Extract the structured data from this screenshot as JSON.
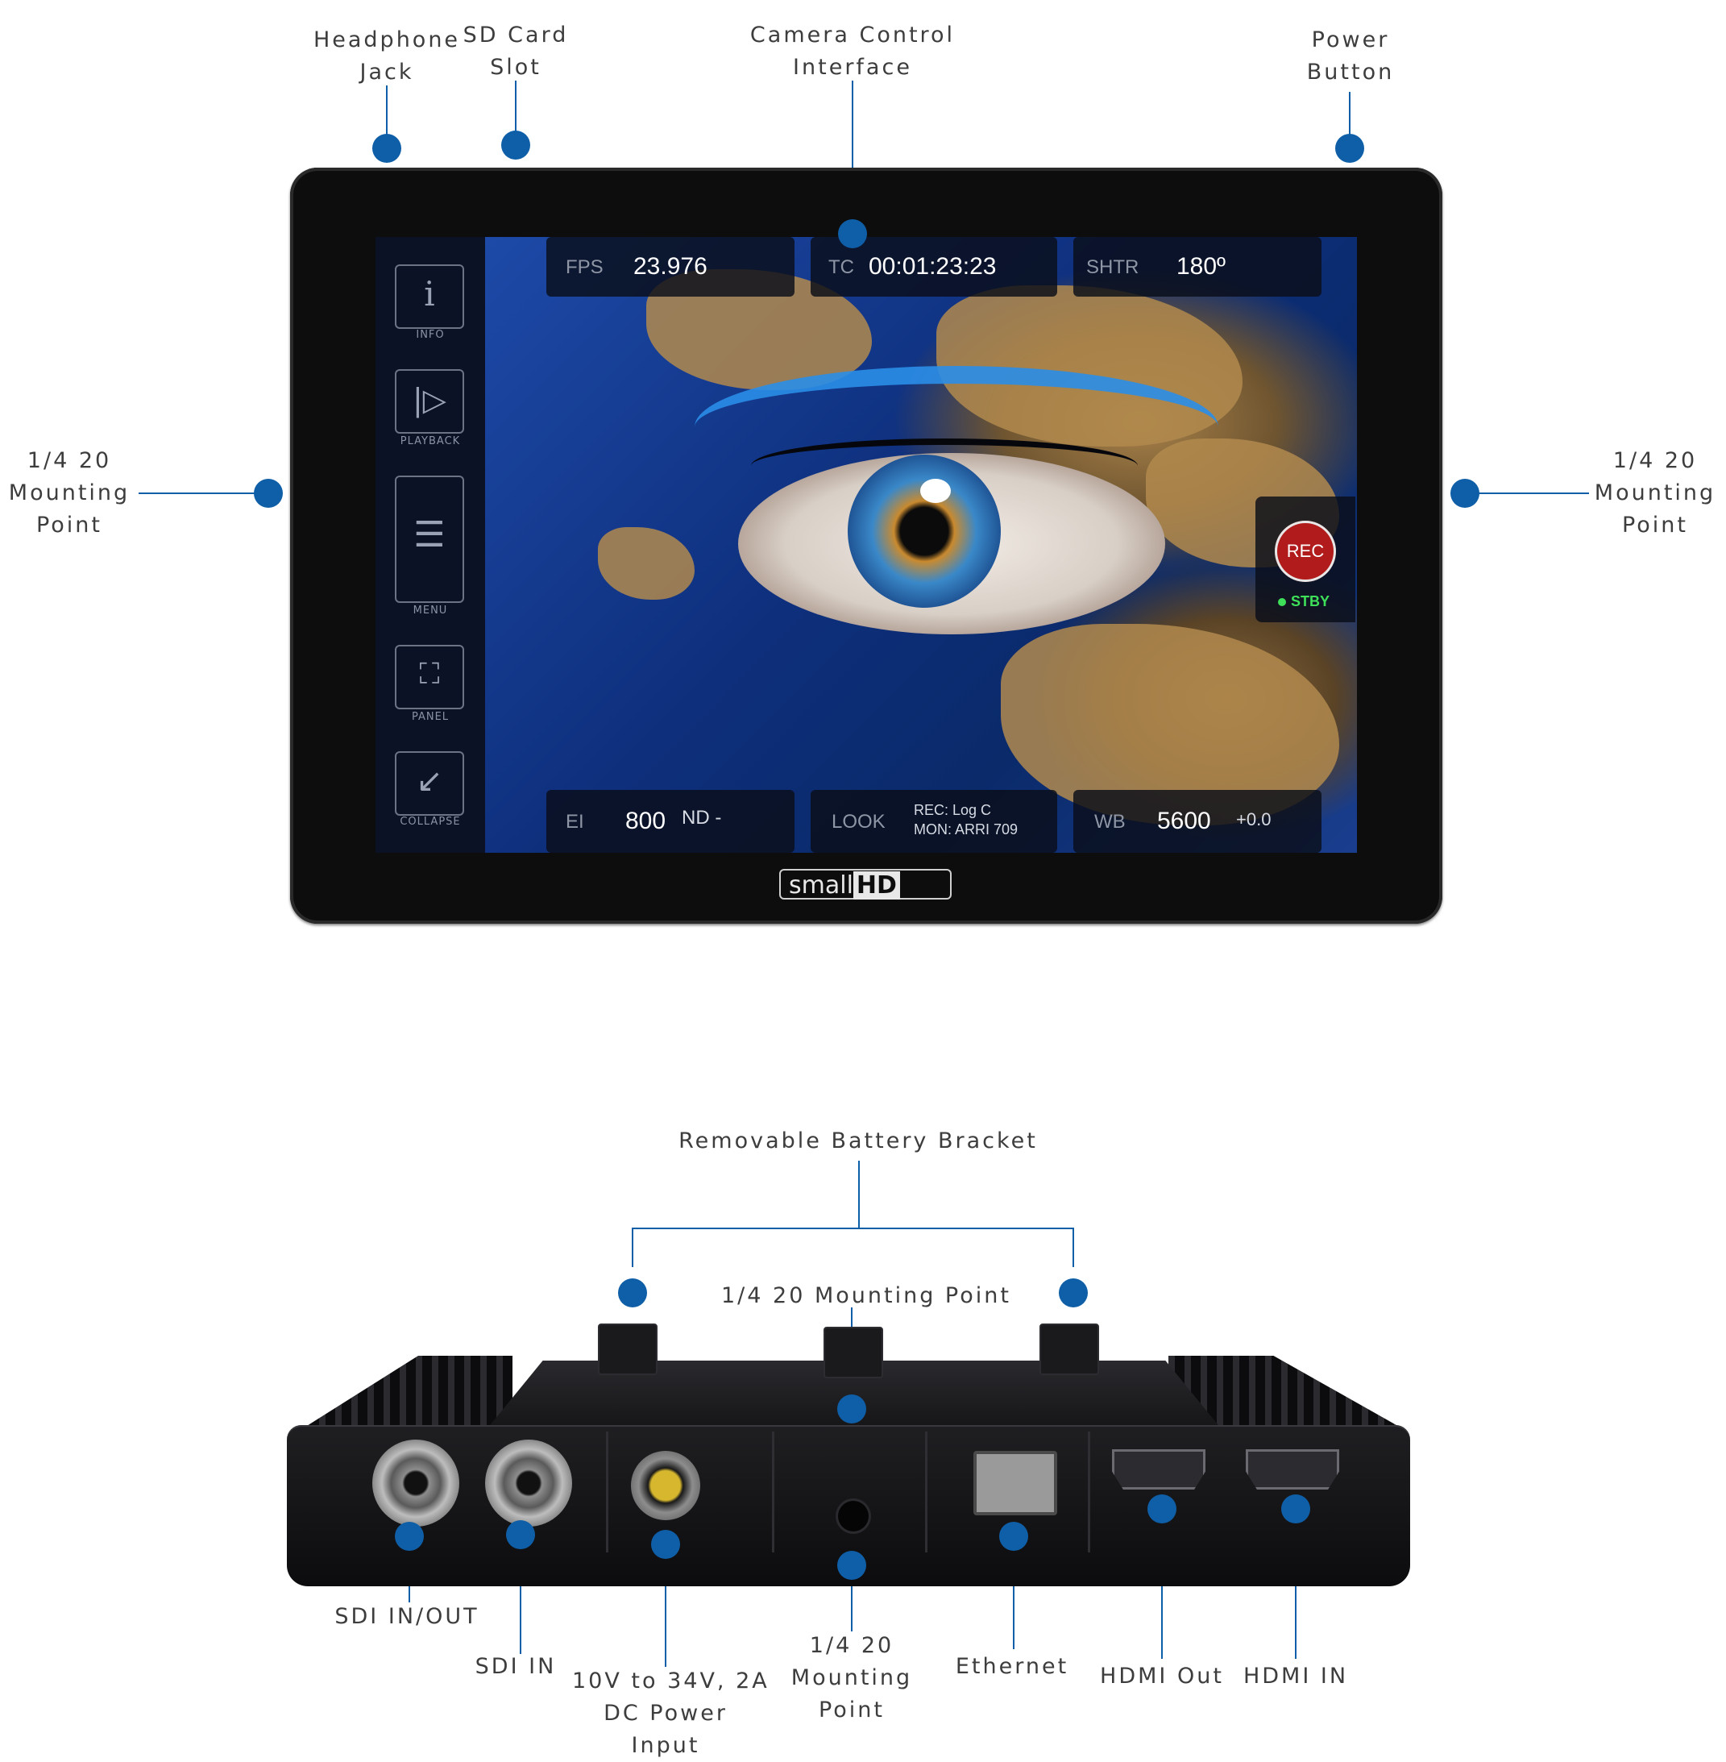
{
  "front_callouts": {
    "headphone": [
      "Headphone",
      "Jack"
    ],
    "sd_card": [
      "SD Card",
      "Slot"
    ],
    "camera_control": [
      "Camera Control",
      "Interface"
    ],
    "power": [
      "Power",
      "Button"
    ],
    "mount_left": [
      "1/4 20",
      "Mounting",
      "Point"
    ],
    "mount_right": [
      "1/4 20",
      "Mounting",
      "Point"
    ]
  },
  "screen": {
    "rail": [
      "INFO",
      "PLAYBACK",
      "MENU",
      "PANEL",
      "COLLAPSE"
    ],
    "fps_key": "FPS",
    "fps_val": "23.976",
    "tc_key": "TC",
    "tc_val": "00:01:23:23",
    "shtr_key": "SHTR",
    "shtr_val": "180º",
    "ei_key": "EI",
    "ei_val": "800",
    "nd": "ND -",
    "look_key": "LOOK",
    "look_rec": "REC: Log C",
    "look_mon": "MON: ARRI 709",
    "wb_key": "WB",
    "wb_val": "5600",
    "wb_off": "+0.0",
    "rec": "REC",
    "stby": "STBY"
  },
  "logo": {
    "a": "small",
    "b": "HD"
  },
  "rear_callouts": {
    "battery": "Removable Battery Bracket",
    "mount_top": "1/4 20 Mounting Point",
    "sdi_inout": "SDI IN/OUT",
    "sdi_in": "SDI IN",
    "dc": [
      "10V to 34V, 2A",
      "DC Power",
      "Input"
    ],
    "mount_bottom": [
      "1/4 20",
      "Mounting",
      "Point"
    ],
    "ethernet": "Ethernet",
    "hdmi_out": "HDMI Out",
    "hdmi_in": "HDMI IN"
  },
  "colors": {
    "accent": "#0f5fa8",
    "label": "#3d3d3d"
  }
}
